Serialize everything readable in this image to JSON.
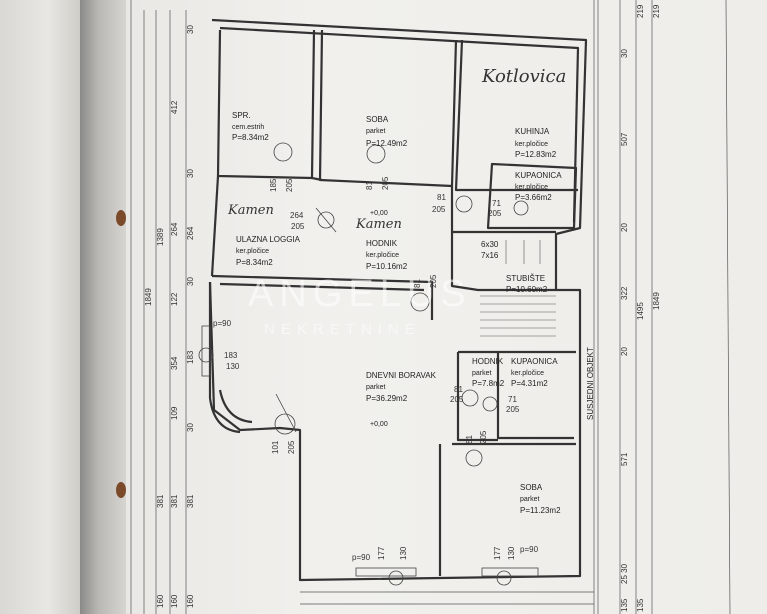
{
  "handwritten": {
    "kotlovica": "Kotlovica",
    "kamen_left": "Kamen",
    "kamen_center": "Kamen"
  },
  "watermark": {
    "line1": "ANGELUS",
    "line2": "NEKRETNINE"
  },
  "rooms": {
    "spr": {
      "name": "SPR.",
      "finish": "cem.estrih",
      "area": "P=8.34m2"
    },
    "soba_top": {
      "name": "SOBA",
      "finish": "parket",
      "area": "P=12.49m2"
    },
    "kuhinja": {
      "name": "KUHINJA",
      "finish": "ker.pločice",
      "area": "P=12.83m2"
    },
    "kupaonica_top": {
      "name": "KUPAONICA",
      "finish": "ker.pločice",
      "area": "P=3.66m2"
    },
    "ulazna_loggia": {
      "name": "ULAZNA LOGGIA",
      "finish": "ker.pločice",
      "area": "P=8.34m2"
    },
    "hodnik_main": {
      "name": "HODNIK",
      "finish": "ker.pločice",
      "area": "P=10.16m2"
    },
    "stubiste": {
      "name": "STUBIŠTE",
      "area": "P=10.60m2"
    },
    "dnevni_boravak": {
      "name": "DNEVNI BORAVAK",
      "finish": "parket",
      "area": "P=36.29m2"
    },
    "hodnik_small": {
      "name": "HODNIK",
      "finish": "parket",
      "area": "P=7.8m2"
    },
    "kupaonica_bottom": {
      "name": "KUPAONICA",
      "finish": "ker.pločice",
      "area": "P=4.31m2"
    },
    "soba_bottom": {
      "name": "SOBA",
      "finish": "parket",
      "area": "P=11.23m2"
    }
  },
  "levels": {
    "top": "+0,00",
    "main": "+0,00"
  },
  "stairs": {
    "step1": "6x30",
    "step2": "7x16"
  },
  "neighbor_label": "SUSJEDNI OBJEKT",
  "door_dims": {
    "d1a": "185",
    "d1b": "205",
    "d2a": "264",
    "d2b": "205",
    "d3a": "81",
    "d3b": "205",
    "d4a": "81",
    "d4b": "205",
    "d5a": "71",
    "d5b": "205",
    "d6a": "81",
    "d6b": "205",
    "d7a": "183",
    "d7b": "130",
    "d8a": "81",
    "d8b": "205",
    "d9a": "71",
    "d9b": "205",
    "d10a": "101",
    "d10b": "205",
    "d11a": "81",
    "d11b": "205",
    "d12a": "177",
    "d12b": "130",
    "d13a": "177",
    "d13b": "130"
  },
  "parapets": {
    "p1": "p=90",
    "p2": "p=90",
    "p3": "p=90"
  },
  "left_dims": {
    "outer": [
      "1849",
      "1389",
      "381",
      "160"
    ],
    "middle": [
      "412",
      "264",
      "122",
      "354",
      "109",
      "381",
      "160"
    ],
    "inner": [
      "30",
      "30",
      "264",
      "30",
      "183",
      "30",
      "381",
      "160"
    ]
  },
  "right_dims": {
    "inner": [
      "30",
      "507",
      "20",
      "322",
      "20",
      "571",
      "25 30",
      "135"
    ],
    "middle": [
      "219",
      "1495",
      "135"
    ],
    "outer": [
      "219",
      "1849"
    ]
  }
}
